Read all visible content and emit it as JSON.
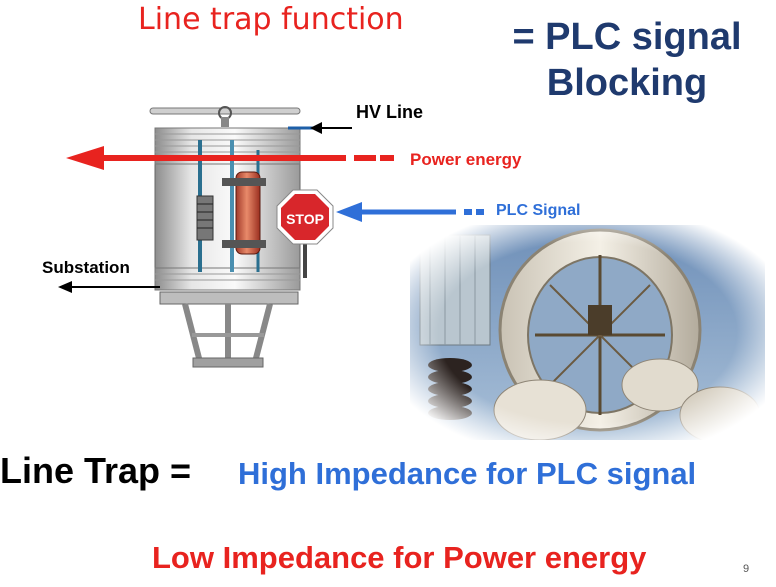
{
  "slide": {
    "title": "Line trap function",
    "equation_line1": "= PLC signal",
    "equation_line2": "Blocking",
    "page_number": "9"
  },
  "diagram": {
    "hv_line_label": "HV  Line",
    "power_energy_label": "Power  energy",
    "plc_signal_label": "PLC  Signal",
    "substation_label": "Substation",
    "stop_sign_text": "STOP",
    "power_color": "#e8231f",
    "plc_color": "#2f6fd8"
  },
  "summary": {
    "line_trap": "Line Trap =",
    "high_impedance": "High Impedance for PLC signal",
    "low_impedance": "Low Impedance for Power energy"
  }
}
